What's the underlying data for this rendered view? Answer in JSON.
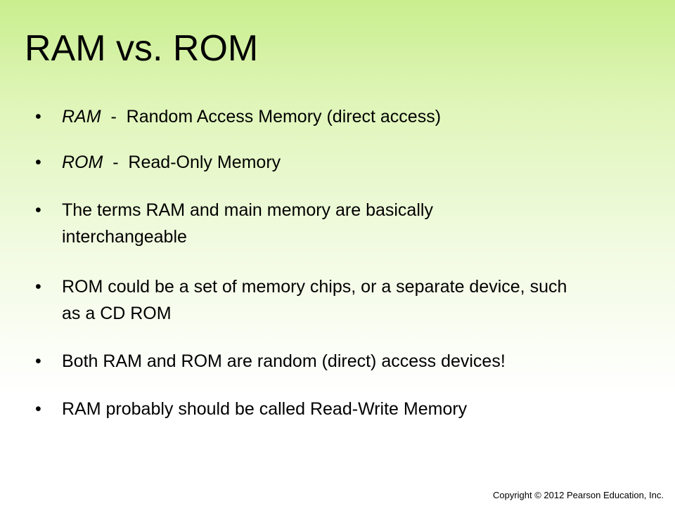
{
  "slide": {
    "title": "RAM vs. ROM",
    "bullet_symbol": "•",
    "bullets": [
      {
        "term": "RAM",
        "text": "  -  Random Access Memory (direct access)"
      },
      {
        "term": "ROM",
        "text": "  -  Read-Only Memory"
      },
      {
        "text": "The terms RAM and main memory are basically interchangeable"
      },
      {
        "text": "ROM could be a set of memory chips, or a separate device, such as a CD ROM"
      },
      {
        "text": "Both RAM and ROM are random (direct) access devices!"
      },
      {
        "text": "RAM probably should be called Read-Write Memory"
      }
    ],
    "copyright": "Copyright © 2012 Pearson Education, Inc."
  },
  "colors": {
    "background_top": "#c9ee8e",
    "background_bottom": "#ffffff",
    "text": "#000000"
  }
}
